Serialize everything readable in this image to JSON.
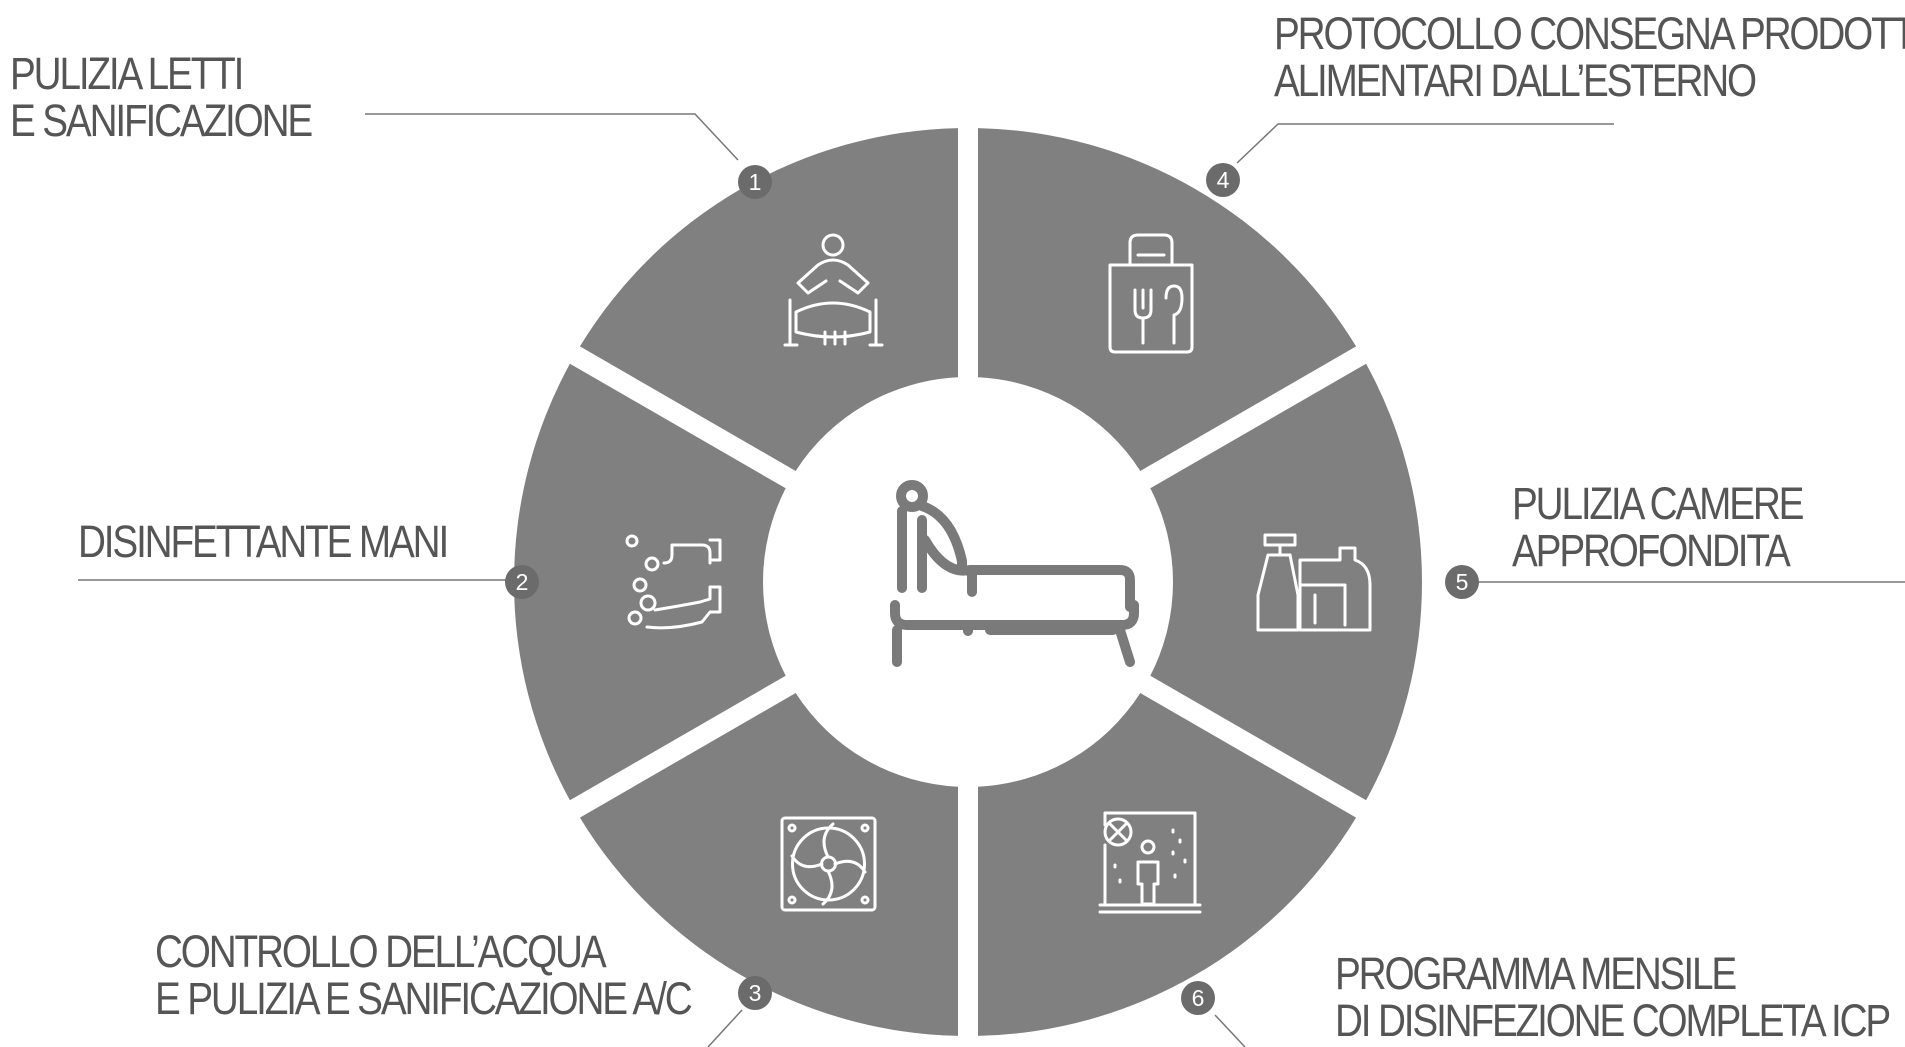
{
  "colors": {
    "segment": "#808080",
    "center": "#ffffff",
    "icon_light": "#ffffff",
    "icon_center": "#7a7a7a",
    "text": "#555555",
    "leader": "#777777",
    "badge": "#6b6b6b",
    "badge_text": "#ffffff"
  },
  "center_icon": "hospital-bed-icon",
  "items": [
    {
      "number": "1",
      "line1": "PULIZIA LETTI",
      "line2": "E SANIFICAZIONE",
      "icon": "patient-bed-icon"
    },
    {
      "number": "2",
      "line1": "DISINFETTANTE MANI",
      "line2": "",
      "icon": "hand-washing-icon"
    },
    {
      "number": "3",
      "line1": "CONTROLLO DELL’ACQUA",
      "line2": "E PULIZIA E SANIFICAZIONE A/C",
      "icon": "air-conditioner-fan-icon"
    },
    {
      "number": "4",
      "line1": "PROTOCOLLO CONSEGNA PRODOTTI",
      "line2": "ALIMENTARI DALL’ESTERNO",
      "icon": "food-bag-icon"
    },
    {
      "number": "5",
      "line1": "PULIZIA CAMERE",
      "line2": "APPROFONDITA",
      "icon": "cleaning-products-icon"
    },
    {
      "number": "6",
      "line1": "PROGRAMMA MENSILE",
      "line2": "DI DISINFEZIONE COMPLETA ICP",
      "icon": "disinfection-room-icon"
    }
  ]
}
